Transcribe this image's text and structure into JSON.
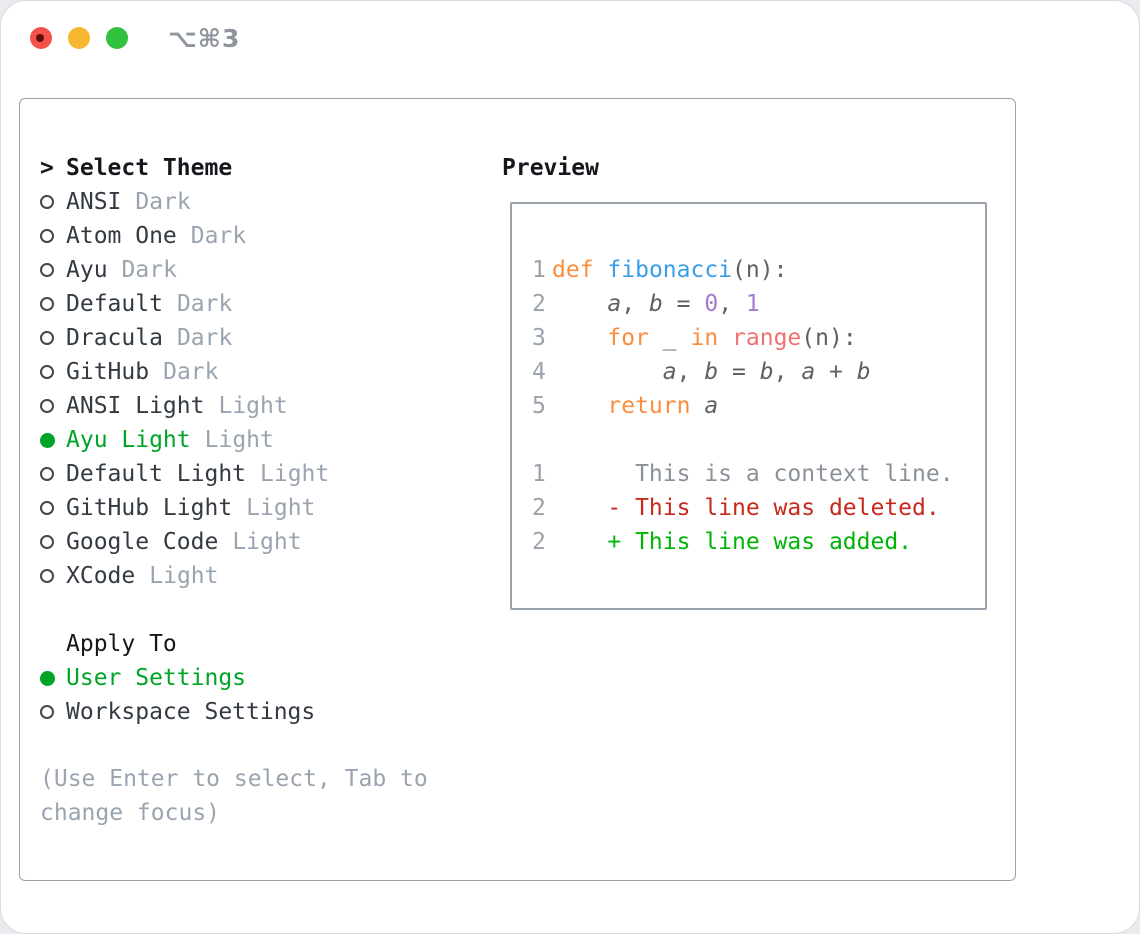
{
  "titlebar": {
    "shortcut_label": "⌥⌘3"
  },
  "colors": {
    "accent_sel": "#00a426",
    "diff_add": "#00b405",
    "diff_del": "#c7281c",
    "syn_keyword": "#fa8d3e",
    "syn_function": "#399ee6",
    "syn_builtin": "#f07171",
    "syn_number": "#a37acc",
    "code_fg": "#5c6166",
    "gutter_fg": "#9aa3ab",
    "context_fg": "#8a9199",
    "item_fg": "#333a42",
    "heading_fg": "#14181c",
    "tag_fg": "#9aa4b0",
    "panel_border": "#9aa3ad",
    "titlebar_fg": "#8e959d",
    "radio_fg": "#3f474f",
    "light_red": "#f4534c",
    "light_red_dot": "#5f0e08",
    "light_yellow": "#f7b731",
    "light_green": "#30c13e"
  },
  "theme_panel": {
    "header": {
      "prefix": ">",
      "label": "Select Theme"
    },
    "themes": [
      {
        "name": "ANSI",
        "tag": "Dark",
        "selected": false
      },
      {
        "name": "Atom One",
        "tag": "Dark",
        "selected": false
      },
      {
        "name": "Ayu",
        "tag": "Dark",
        "selected": false
      },
      {
        "name": "Default",
        "tag": "Dark",
        "selected": false
      },
      {
        "name": "Dracula",
        "tag": "Dark",
        "selected": false
      },
      {
        "name": "GitHub",
        "tag": "Dark",
        "selected": false
      },
      {
        "name": "ANSI Light",
        "tag": "Light",
        "selected": false
      },
      {
        "name": "Ayu Light",
        "tag": "Light",
        "selected": true
      },
      {
        "name": "Default Light",
        "tag": "Light",
        "selected": false
      },
      {
        "name": "GitHub Light",
        "tag": "Light",
        "selected": false
      },
      {
        "name": "Google Code",
        "tag": "Light",
        "selected": false
      },
      {
        "name": "XCode",
        "tag": "Light",
        "selected": false
      }
    ],
    "apply_to": {
      "label": "Apply To",
      "options": [
        {
          "name": "User Settings",
          "selected": true
        },
        {
          "name": "Workspace Settings",
          "selected": false
        }
      ]
    },
    "hint_lines": [
      "(Use Enter to select, Tab to",
      "change focus)"
    ]
  },
  "preview": {
    "label": "Preview",
    "code_lines": [
      {
        "num": "1",
        "tokens": [
          {
            "t": "def",
            "c": "keyword"
          },
          {
            "t": " ",
            "c": "plain"
          },
          {
            "t": "fibonacci",
            "c": "function"
          },
          {
            "t": "(n):",
            "c": "plain"
          }
        ]
      },
      {
        "num": "2",
        "tokens": [
          {
            "t": "    ",
            "c": "plain"
          },
          {
            "t": "a",
            "c": "ident"
          },
          {
            "t": ", ",
            "c": "plain"
          },
          {
            "t": "b",
            "c": "ident"
          },
          {
            "t": " = ",
            "c": "plain"
          },
          {
            "t": "0",
            "c": "number"
          },
          {
            "t": ", ",
            "c": "plain"
          },
          {
            "t": "1",
            "c": "number"
          }
        ]
      },
      {
        "num": "3",
        "tokens": [
          {
            "t": "    ",
            "c": "plain"
          },
          {
            "t": "for",
            "c": "keyword"
          },
          {
            "t": " _ ",
            "c": "plain"
          },
          {
            "t": "in",
            "c": "keyword"
          },
          {
            "t": " ",
            "c": "plain"
          },
          {
            "t": "range",
            "c": "builtin"
          },
          {
            "t": "(n):",
            "c": "plain"
          }
        ]
      },
      {
        "num": "4",
        "tokens": [
          {
            "t": "        ",
            "c": "plain"
          },
          {
            "t": "a",
            "c": "ident"
          },
          {
            "t": ", ",
            "c": "plain"
          },
          {
            "t": "b",
            "c": "ident"
          },
          {
            "t": " = ",
            "c": "plain"
          },
          {
            "t": "b",
            "c": "ident"
          },
          {
            "t": ", ",
            "c": "plain"
          },
          {
            "t": "a",
            "c": "ident"
          },
          {
            "t": " + ",
            "c": "plain"
          },
          {
            "t": "b",
            "c": "ident"
          }
        ]
      },
      {
        "num": "5",
        "tokens": [
          {
            "t": "    ",
            "c": "plain"
          },
          {
            "t": "return",
            "c": "keyword"
          },
          {
            "t": " ",
            "c": "plain"
          },
          {
            "t": "a",
            "c": "ident"
          }
        ]
      }
    ],
    "diff_lines": [
      {
        "num": "1",
        "kind": "context",
        "text": "      This is a context line."
      },
      {
        "num": "2",
        "kind": "deleted",
        "text": "    - This line was deleted."
      },
      {
        "num": "2",
        "kind": "added",
        "text": "    + This line was added."
      }
    ]
  }
}
